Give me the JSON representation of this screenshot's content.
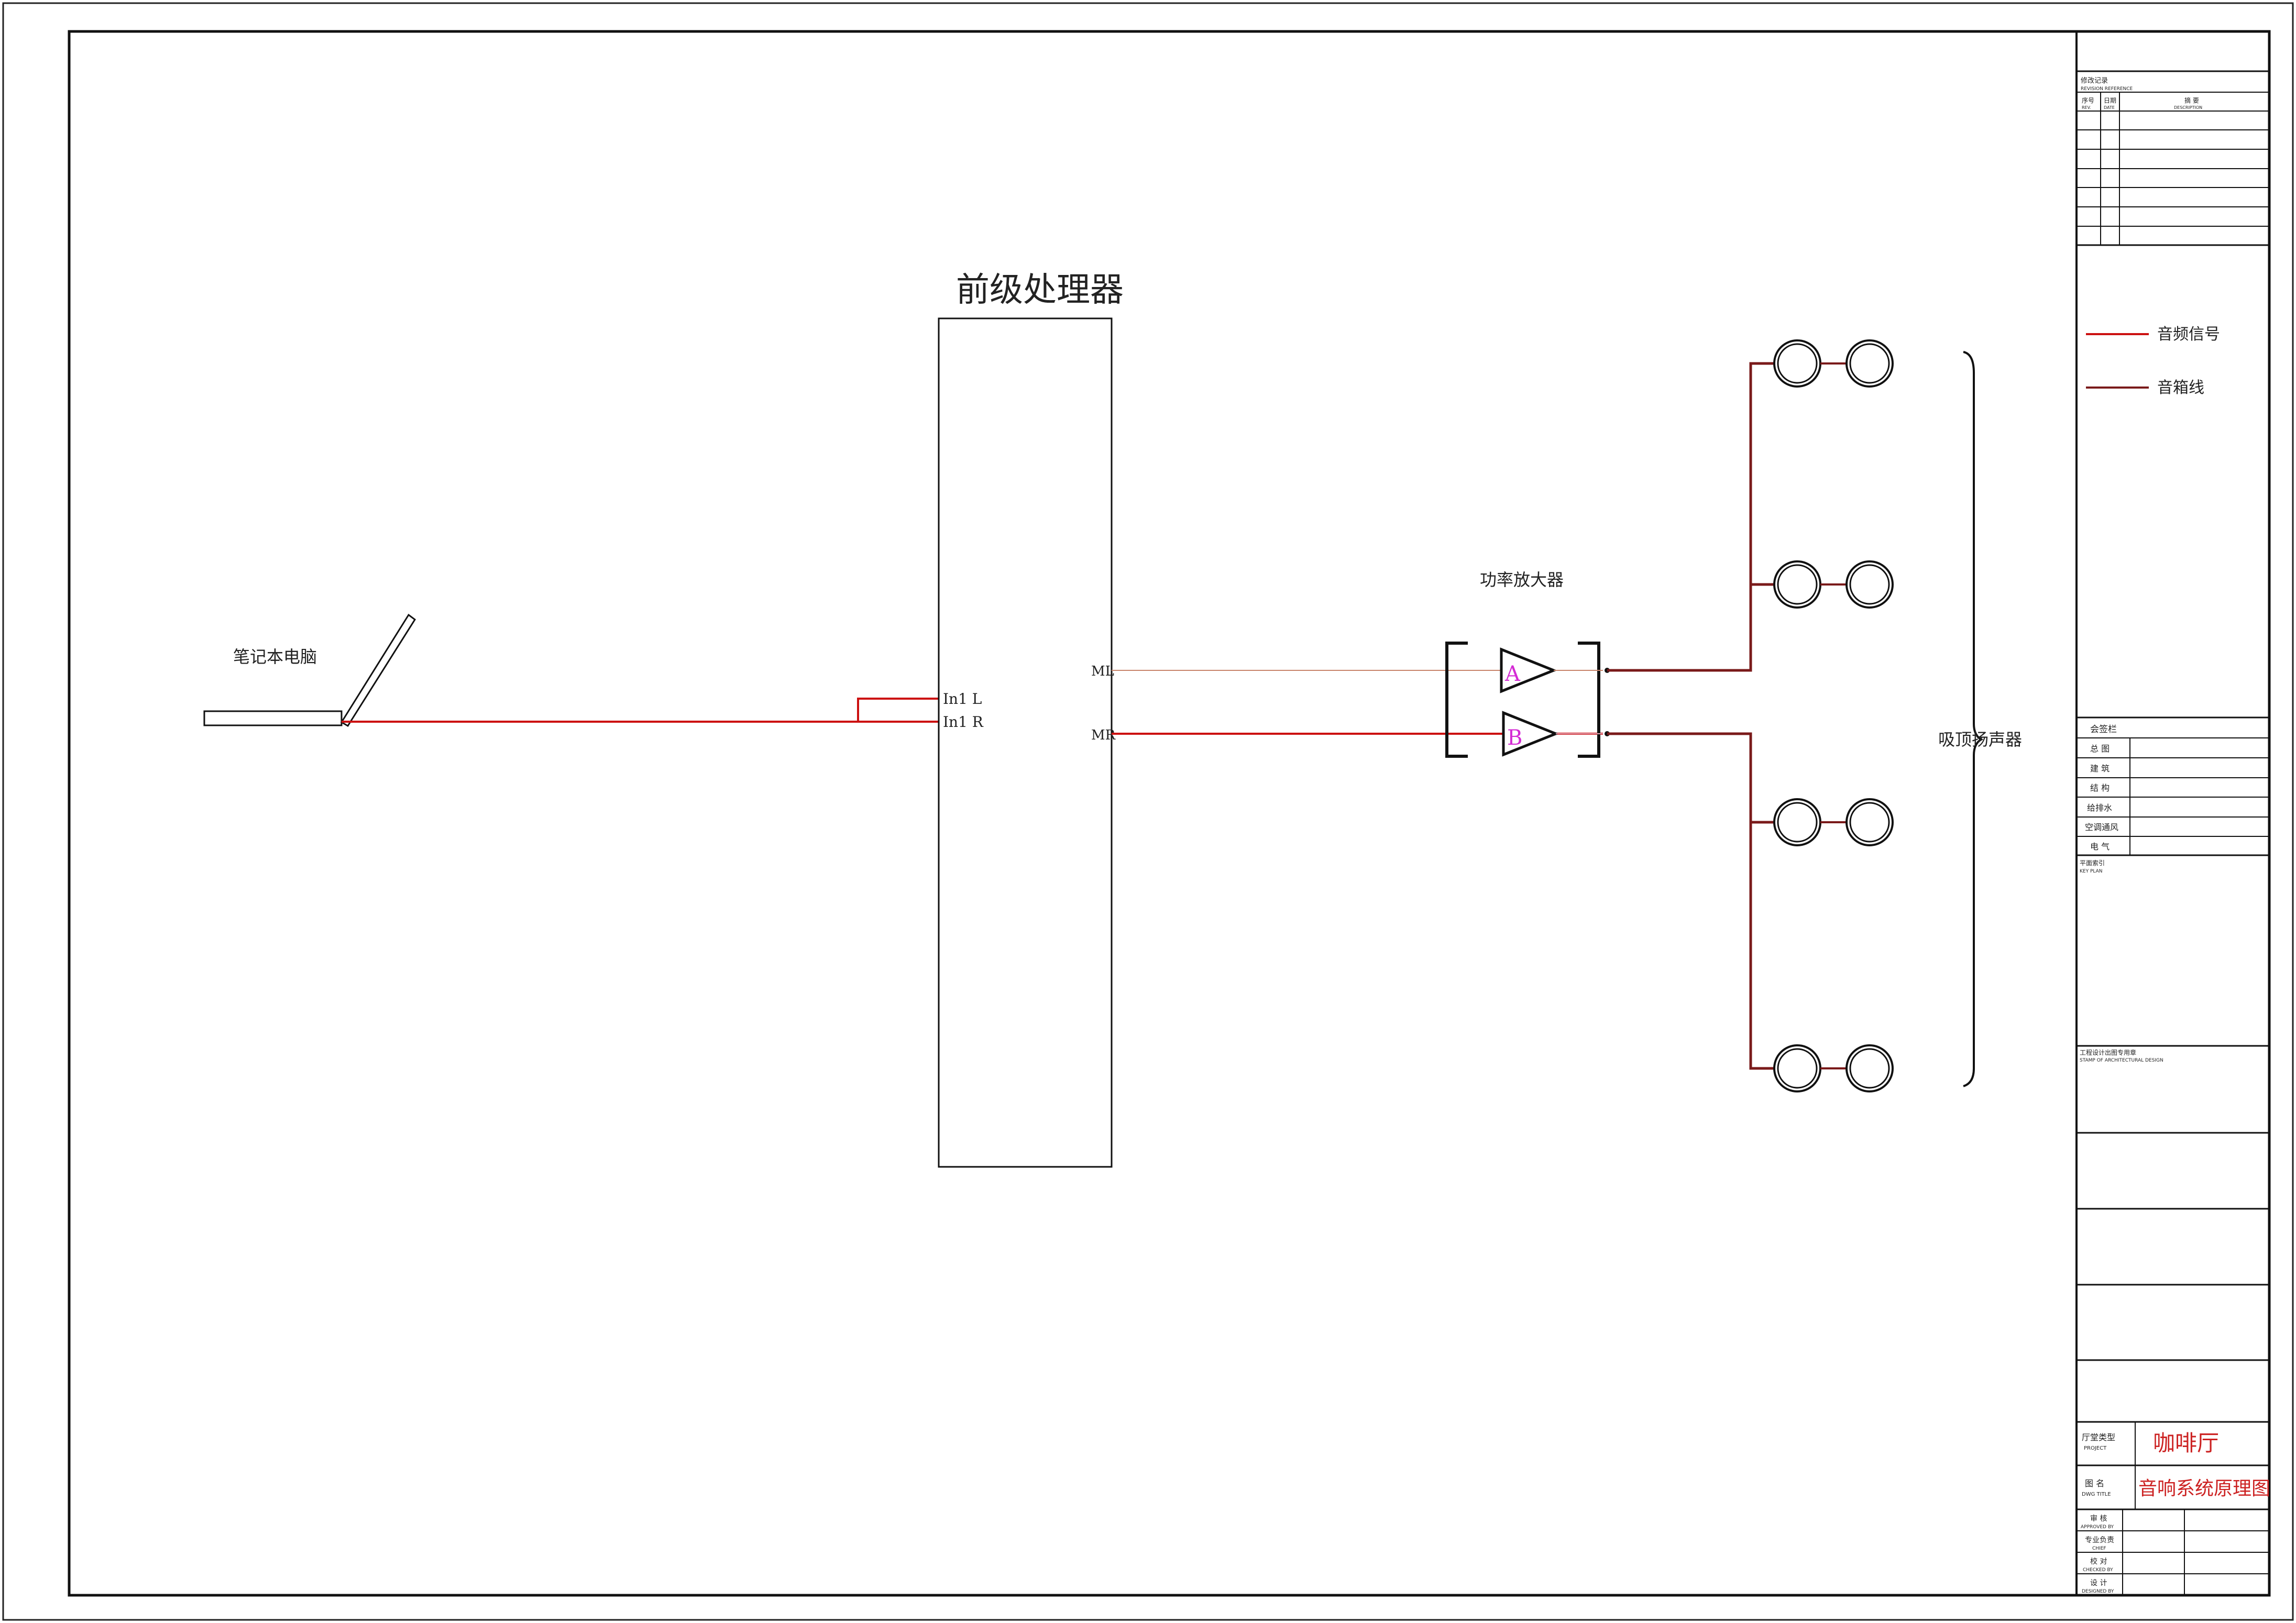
{
  "diagram": {
    "preamp": {
      "title": "前级处理器",
      "in_l": "In1 L",
      "in_r": "In1 R",
      "out_l": "ML",
      "out_r": "MR"
    },
    "laptop": {
      "label": "笔记本电脑"
    },
    "amplifier": {
      "label": "功率放大器",
      "channel_a": "A",
      "channel_b": "B"
    },
    "speakers": {
      "label": "吸顶扬声器",
      "group_count": 4
    },
    "colors": {
      "audio_signal": "#cc1111",
      "speaker_wire": "#7a1a1a",
      "channel_text": "#d42ad4",
      "title_red": "#cc2222"
    }
  },
  "legend": {
    "audio_signal": "音频信号",
    "speaker_wire": "音箱线"
  },
  "title_block": {
    "revision_title": "修改记录",
    "revision_title_en": "REVISION REFERENCE",
    "rev_no": "序号",
    "rev_no_en": "REV.",
    "date": "日期",
    "date_en": "DATE",
    "description": "摘 要",
    "description_en": "DESCRIPTION",
    "signoff_title": "会签栏",
    "signoff_rows": [
      "总 图",
      "建 筑",
      "结 构",
      "给排水",
      "空调通风",
      "电 气"
    ],
    "key_plan": "平面索引",
    "key_plan_en": "KEY PLAN",
    "stamp": "工程设计出图专用章",
    "stamp_en": "STAMP OF ARCHITECTURAL DESIGN",
    "project_label": "厅堂类型",
    "project_label_en": "PROJECT",
    "project_value": "咖啡厅",
    "drawing_label": "图 名",
    "drawing_label_en": "DWG TITLE",
    "drawing_value": "音响系统原理图",
    "approved": "审 核",
    "approved_en": "APPROVED BY",
    "chief": "专业负责",
    "chief_en": "CHIEF",
    "checked": "校 对",
    "checked_en": "CHECKED BY",
    "designed": "设 计",
    "designed_en": "DESIGNED BY"
  }
}
